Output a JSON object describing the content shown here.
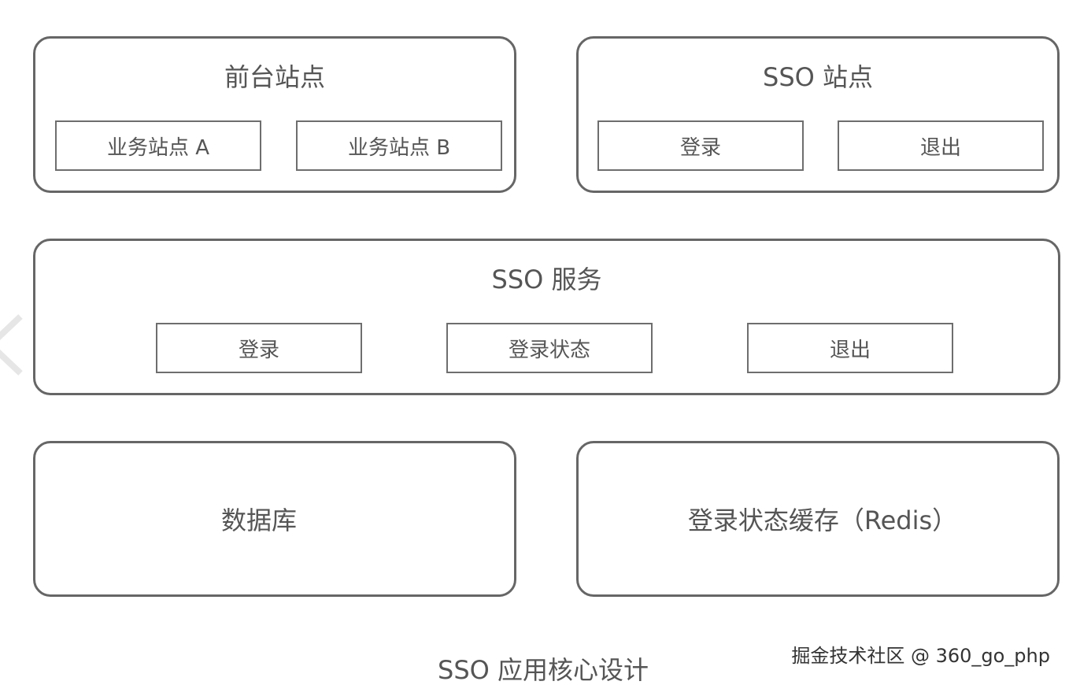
{
  "frontend": {
    "title": "前台站点",
    "items": [
      "业务站点 A",
      "业务站点 B"
    ]
  },
  "sso_site": {
    "title": "SSO 站点",
    "items": [
      "登录",
      "退出"
    ]
  },
  "sso_service": {
    "title": "SSO 服务",
    "items": [
      "登录",
      "登录状态",
      "退出"
    ]
  },
  "storage": {
    "database": "数据库",
    "cache": "登录状态缓存（Redis）"
  },
  "caption": "SSO 应用核心设计",
  "watermark": "掘金技术社区 @ 360_go_php",
  "icons": {
    "back": "chevron-left-icon"
  }
}
